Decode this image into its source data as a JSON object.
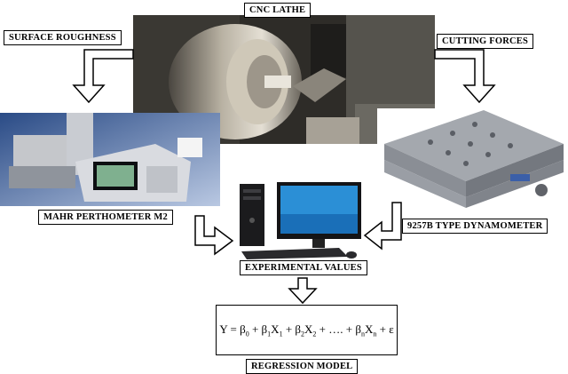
{
  "labels": {
    "cnc_lathe": "CNC LATHE",
    "surface_roughness": "SURFACE ROUGHNESS",
    "cutting_forces": "CUTTING FORCES",
    "perthometer": "MAHR PERTHOMETER M2",
    "dynamometer": "9257B TYPE DYNAMOMETER",
    "experimental_values": "EXPERIMENTAL VALUES",
    "regression_model": "REGRESSION MODEL"
  },
  "equation": {
    "lhs": "Y = ",
    "b0": "β",
    "b0_sub": "0",
    "plus1": " + ",
    "b1": "β",
    "b1_sub": "1",
    "x1": "X",
    "x1_sub": "1",
    "plus2": " + ",
    "b2": "β",
    "b2_sub": "2",
    "x2": "X",
    "x2_sub": "2",
    "dots": " + …. + ",
    "bn": "β",
    "bn_sub": "n",
    "xn": "X",
    "xn_sub": "n",
    "plus3": " + ",
    "eps": "ε"
  }
}
